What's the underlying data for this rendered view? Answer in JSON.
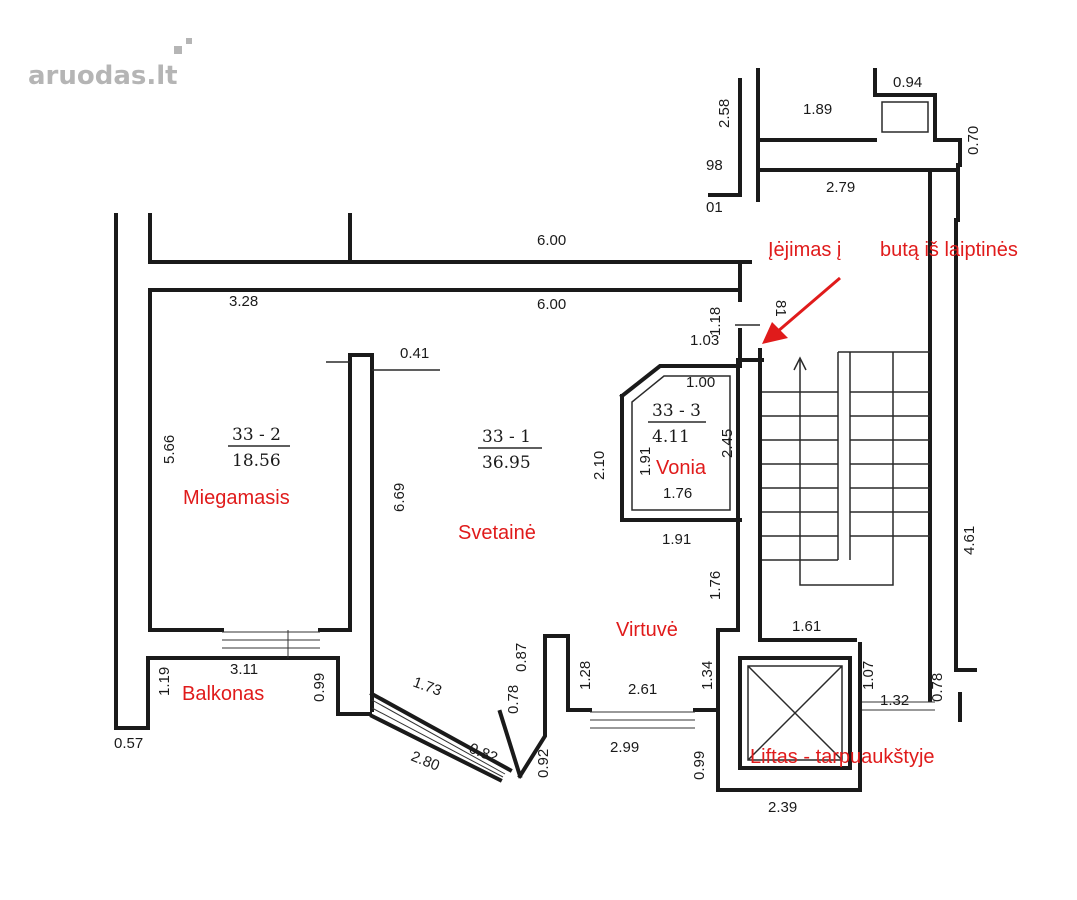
{
  "logo": {
    "text": "aruodas",
    "suffix": ".lt"
  },
  "rooms": [
    {
      "id": "33 - 2",
      "area": "18.56",
      "name": "Miegamasis"
    },
    {
      "id": "33 - 1",
      "area": "36.95",
      "name": "Svetainė"
    },
    {
      "id": "33 - 3",
      "area": "4.11",
      "name": "Vonia"
    }
  ],
  "labels": {
    "virtuve": "Virtuvė",
    "balkonas": "Balkonas",
    "entrance_1": "Įėjimas į",
    "entrance_2": "butą iš laiptinės",
    "elevator": "Liftas - tarpuaukštyje"
  },
  "dims": {
    "d_094": "0.94",
    "d_189": "1.89",
    "d_070": "0.70",
    "d_258": "2.58",
    "d_098": "98",
    "d_279": "2.79",
    "d_001": "01",
    "d_600a": "6.00",
    "d_600b": "6.00",
    "d_328": "3.28",
    "d_118": "1.18",
    "d_081": "81",
    "d_103": "1.03",
    "d_041": "0.41",
    "d_100": "1.00",
    "d_566": "5.66",
    "d_245": "2.45",
    "d_210": "2.10",
    "d_191a": "1.91",
    "d_176a": "1.76",
    "d_669": "6.69",
    "d_191b": "1.91",
    "d_461": "4.61",
    "d_176b": "1.76",
    "d_161": "1.61",
    "d_087": "0.87",
    "d_128": "1.28",
    "d_134": "1.34",
    "d_107": "1.07",
    "d_078b": "0.78",
    "d_119": "1.19",
    "d_311": "3.11",
    "d_099a": "0.99",
    "d_173": "1.73",
    "d_078a": "0.78",
    "d_261": "2.61",
    "d_132": "1.32",
    "d_057": "0.57",
    "d_280": "2.80",
    "d_082": "0.82",
    "d_092": "0.92",
    "d_299": "2.99",
    "d_099b": "0.99",
    "d_239": "2.39"
  },
  "colors": {
    "annotation": "#e01b1b",
    "logo": "#b5b5b5",
    "ink": "#1a1a1a"
  }
}
